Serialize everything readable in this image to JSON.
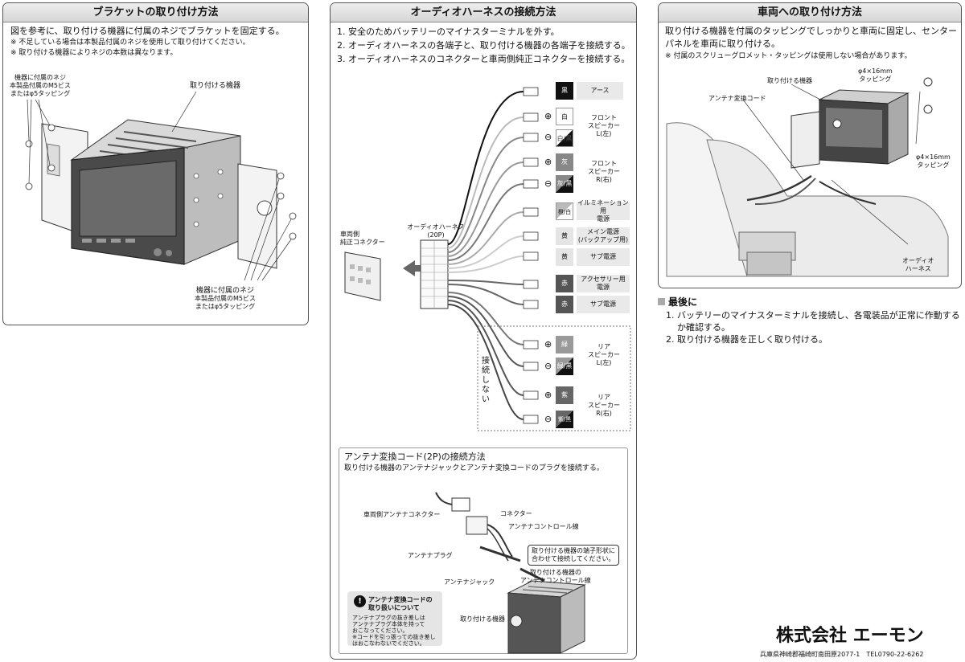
{
  "bracket": {
    "title": "ブラケットの取り付け方法",
    "step": "図を参考に、取り付ける機器に付属のネジでブラケットを固定する。",
    "note1": "※ 不足している場合は本製品付属のネジを使用して取り付けてください。",
    "note2": "※ 取り付ける機器によりネジの本数は異なります。",
    "screw_top_l1": "機器に付属のネジ",
    "screw_top_l2": "本製品付属のM5ビス",
    "screw_top_l3": "またはφ5タッピング",
    "device_label": "取り付ける機器",
    "screw_bot_l1": "機器に付属のネジ",
    "screw_bot_l2": "本製品付属のM5ビス",
    "screw_bot_l3": "またはφ5タッピング"
  },
  "harness": {
    "title": "オーディオハーネスの接続方法",
    "step1": "1. 安全のためバッテリーのマイナスターミナルを外す。",
    "step2": "2. オーディオハーネスの各端子と、取り付ける機器の各端子を接続する。",
    "step3": "3. オーディオハーネスのコネクターと車両側純正コネクターを接続する。",
    "vehicle_connector_l1": "車両側",
    "vehicle_connector_l2": "純正コネクター",
    "harness_label_l1": "オーディオハーネス",
    "harness_label_l2": "(20P)",
    "not_connected": "接続しない",
    "colors": {
      "black": "黒",
      "white": "白",
      "white_black": "白/黒",
      "gray": "灰",
      "gray_black": "灰/黒",
      "orange_white": "橙/白",
      "yellow": "黄",
      "red": "赤",
      "green": "緑",
      "green_black": "緑/黒",
      "purple": "紫",
      "purple_black": "紫/黒"
    },
    "ground": "アース",
    "front_left": "フロント\nスピーカー\nL(左)",
    "front_right": "フロント\nスピーカー\nR(右)",
    "illumination": "イルミネーション用\n電源",
    "main_power": "メイン電源\n(バックアップ用)",
    "sub_power": "サブ電源",
    "accessory": "アクセサリー用\n電源",
    "sub_power2": "サブ電源",
    "rear_left": "リア\nスピーカー\nL(左)",
    "rear_right": "リア\nスピーカー\nR(右)",
    "plus": "⊕",
    "minus": "⊖"
  },
  "antenna": {
    "title": "アンテナ変換コード(2P)の接続方法",
    "step": "取り付ける機器のアンテナジャックとアンテナ変換コードのプラグを接続する。",
    "vehicle_connector": "車両側アンテナコネクター",
    "connector": "コネクター",
    "control_line": "アンテナコントロール線",
    "plug": "アンテナプラグ",
    "callout_l1": "取り付ける機器の端子形状に",
    "callout_l2": "合わせて接続してください。",
    "jack": "アンテナジャック",
    "device_control_l1": "取り付ける機器の",
    "device_control_l2": "アンテナコントロール線",
    "device": "取り付ける機器",
    "note_title_l1": "アンテナ変換コードの",
    "note_title_l2": "取り扱いについて",
    "note_l1": "アンテナプラグの抜き差しは",
    "note_l2": "アンテナプラグ本体を持って",
    "note_l3": "おこなってください。",
    "note_l4": "※コードを引っ張っての抜き差し",
    "note_l5": "はおこなわないでください。"
  },
  "vehicle": {
    "title": "車両への取り付け方法",
    "step_l1": "取り付ける機器を付属のタッピングでしっかりと車両に固定し、センター",
    "step_l2": "パネルを車両に取り付ける。",
    "note": "※ 付属のスクリューグロメット・タッピングは使用しない場合があります。",
    "device": "取り付ける機器",
    "screw1_l1": "φ4×16mm",
    "screw1_l2": "タッピング",
    "antenna_cord": "アンテナ変換コード",
    "screw2_l1": "φ4×16mm",
    "screw2_l2": "タッピング",
    "audio_harness_l1": "オーディオ",
    "audio_harness_l2": "ハーネス"
  },
  "final": {
    "heading": "最後に",
    "step1_l1": "1. バッテリーのマイナスターミナルを接続し、各電装品が正常に作動する",
    "step1_l2": "か確認する。",
    "step2": "2. 取り付ける機器を正しく取り付ける。"
  },
  "company": {
    "name": "株式会社 エーモン",
    "address": "兵庫県神崎郡福崎町南田原2077-1　TEL0790-22-6262"
  }
}
